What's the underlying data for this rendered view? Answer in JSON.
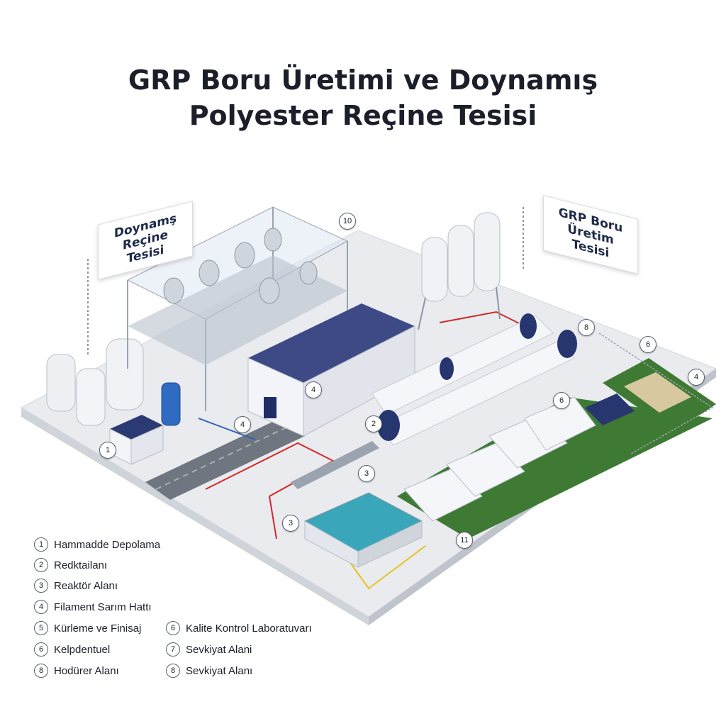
{
  "title": {
    "line1": "GRP Boru Üretimi ve Doynamış",
    "line2": "Polyester Reçine Tesisi"
  },
  "callouts": {
    "left": {
      "line1": "Doynamş",
      "line2": "Reçine Tesisi"
    },
    "right": {
      "line1": "GRP Boru",
      "line2": "Üretim Tesisi"
    }
  },
  "markers": [
    "1",
    "2",
    "3",
    "3",
    "4",
    "4",
    "4",
    "6",
    "6",
    "8",
    "10",
    "11"
  ],
  "legend": [
    {
      "num": "1",
      "label": "Hammadde Depolama"
    },
    {
      "num": "2",
      "label": "Redktailanı"
    },
    {
      "num": "3",
      "label": "Reaktör Alanı"
    },
    {
      "num": "4",
      "label": "Filament Sarım Hattı"
    },
    {
      "num": "5",
      "label": "Kürleme ve Finisaj"
    },
    {
      "num": "6",
      "label": "Kelpdentuel"
    },
    {
      "num": "8",
      "label": "Hodürer Alanı"
    },
    {
      "num": "6",
      "label": "Kalite Kontrol Laboratuvarı"
    },
    {
      "num": "7",
      "label": "Sevkiyat Alani"
    },
    {
      "num": "8",
      "label": "Sevkiyat Alanı"
    }
  ],
  "colors": {
    "floor": "#e9ebef",
    "grass": "#3f7a35",
    "road": "#707680",
    "steel_blue": "#27366f",
    "pipe": "#f4f6f9",
    "water": "#3aa6b9",
    "line_red": "#d02a2a",
    "line_yellow": "#e6c318",
    "line_blue": "#2f5fb5"
  }
}
